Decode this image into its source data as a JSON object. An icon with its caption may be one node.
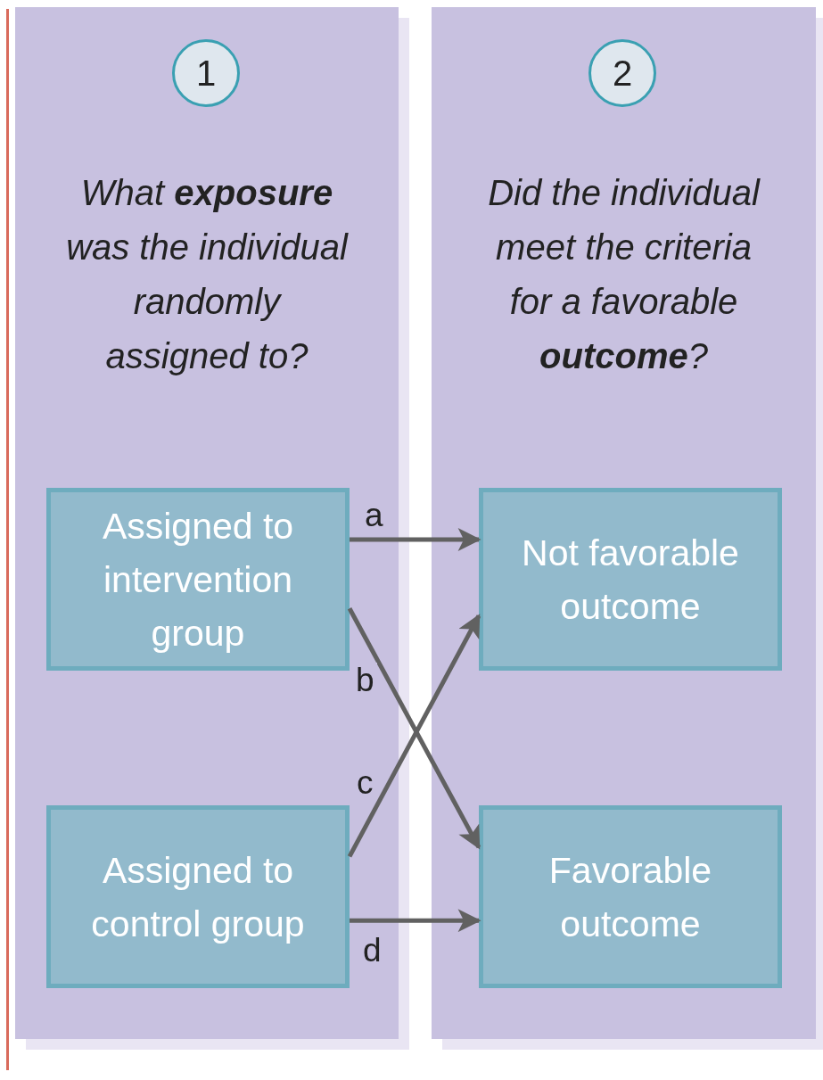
{
  "diagram": {
    "nodes": [
      {
        "text": [
          "What **exposure** was the individual randomly assigned to?"
        ]
      },
      {
        "text": [
          "1"
        ],
        "in": 0
      },
      {
        "text": [
          "Assigned to intervention group"
        ],
        "in": 0
      },
      {
        "text": [
          "Assigned to control group"
        ],
        "in": 0
      },
      {
        "text": [
          "Did the individual meet the criteria for a favorable **outcome**?"
        ]
      },
      {
        "text": [
          "2"
        ],
        "in": 4
      },
      {
        "text": [
          "Not favorable outcome"
        ],
        "in": 4
      },
      {
        "text": [
          "Favorable outcome"
        ],
        "in": 4
      }
    ],
    "edges": [
      {
        "from": 2,
        "to": 6,
        "arrow": "to",
        "label": "a"
      },
      {
        "from": 2,
        "to": 7,
        "arrow": "to",
        "label": "b"
      },
      {
        "from": 3,
        "to": 6,
        "arrow": "to",
        "label": "c"
      },
      {
        "from": 3,
        "to": 7,
        "arrow": "to",
        "label": "d"
      }
    ]
  }
}
